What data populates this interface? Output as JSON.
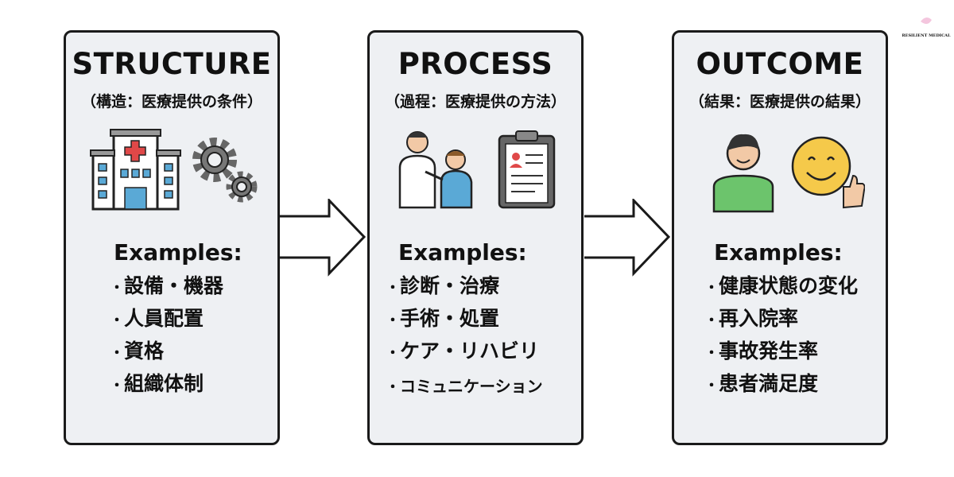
{
  "logo": {
    "text": "RESILIENT MEDICAL"
  },
  "columns": [
    {
      "title": "STRUCTURE",
      "subtitle": "（構造：医療提供の条件）",
      "examples_label": "Examples:",
      "items": [
        "設備・機器",
        "人員配置",
        "資格",
        "組織体制"
      ],
      "icons": [
        "hospital-icon",
        "gears-icon"
      ]
    },
    {
      "title": "PROCESS",
      "subtitle": "（過程：医療提供の方法）",
      "examples_label": "Examples:",
      "items": [
        "診断・治療",
        "手術・処置",
        "ケア・リハビリ",
        "コミュニケーション"
      ],
      "icons": [
        "doctor-patient-icon",
        "clipboard-icon"
      ]
    },
    {
      "title": "OUTCOME",
      "subtitle": "（結果：医療提供の結果）",
      "examples_label": "Examples:",
      "items": [
        "健康状態の変化",
        "再入院率",
        "事故発生率",
        "患者満足度"
      ],
      "icons": [
        "person-icon",
        "smiley-thumbs-up-icon"
      ]
    }
  ],
  "colors": {
    "box_bg": "#eef0f3",
    "border": "#1a1a1a",
    "cross": "#e04848",
    "window": "#5aa9d6",
    "shirt": "#6cc46c",
    "smiley": "#f5c94a"
  }
}
